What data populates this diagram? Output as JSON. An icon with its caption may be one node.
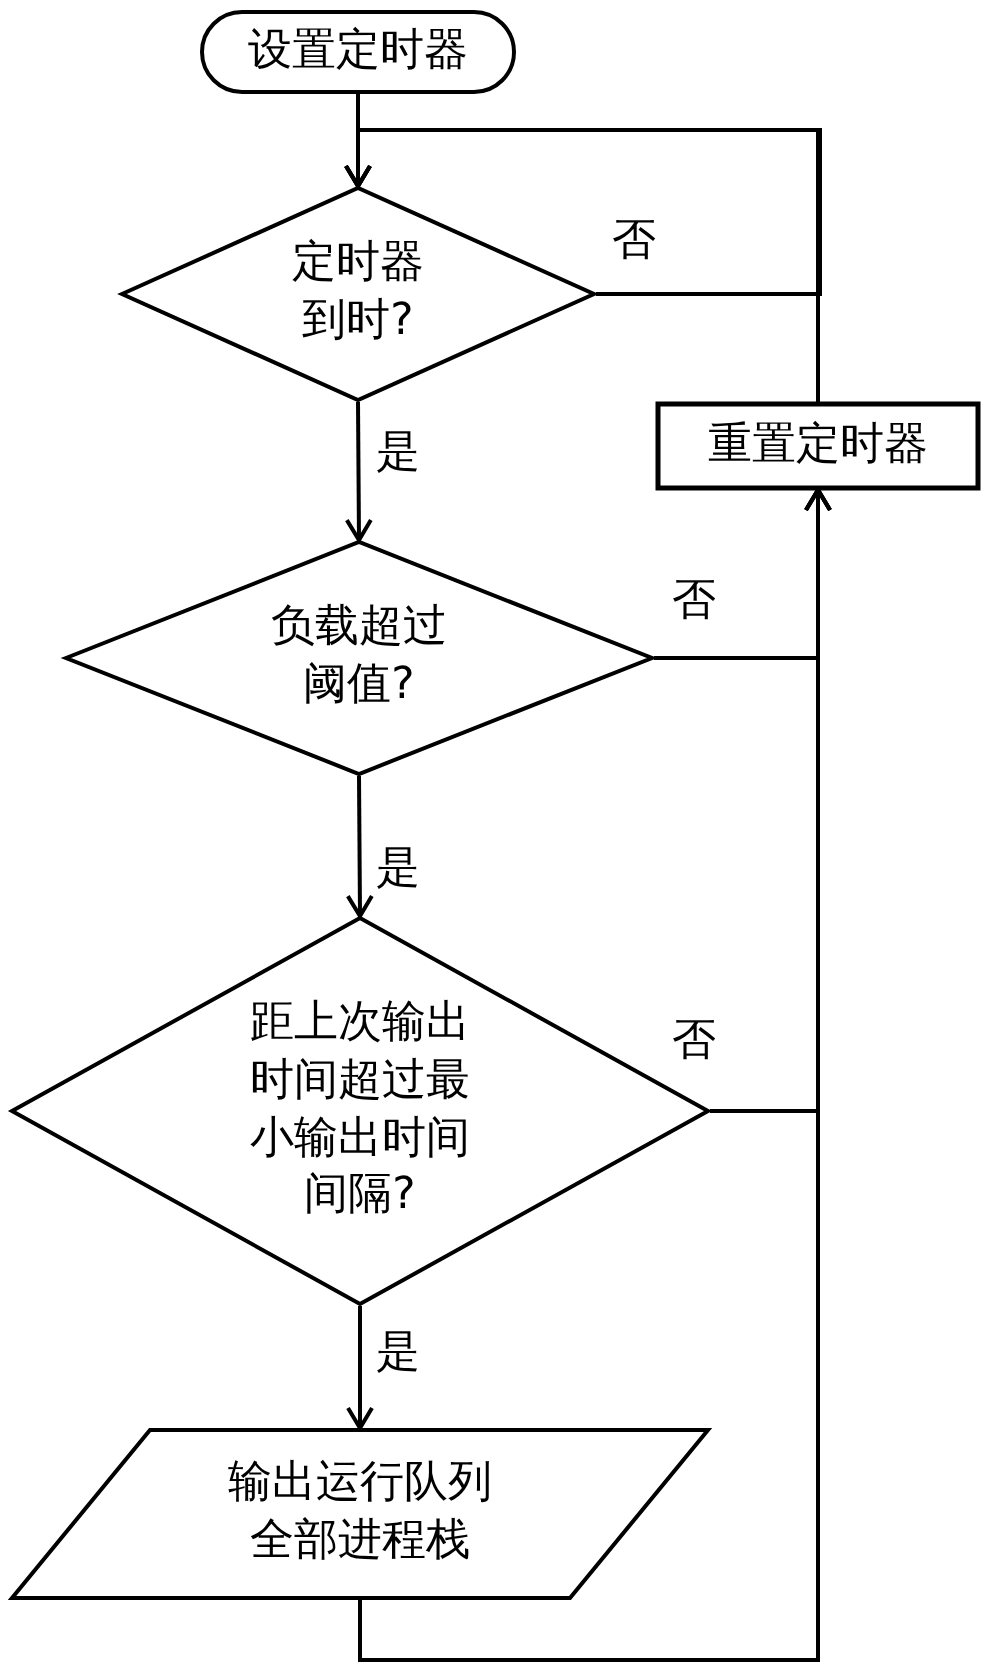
{
  "diagram": {
    "nodes": [
      {
        "text": [
          "设置定时器"
        ]
      },
      {
        "text": [
          "定时器到时?"
        ]
      },
      {
        "text": [
          "重置定时器"
        ]
      },
      {
        "text": [
          "负载超过阈值?"
        ]
      },
      {
        "text": [
          "距上次输出时间超过最小输出时间间隔?"
        ]
      },
      {
        "text": [
          "输出运行队列全部进程栈"
        ]
      }
    ],
    "edges": [
      {
        "from": 0,
        "to": 1,
        "arrow": "to"
      },
      {
        "from": 1,
        "to": 1,
        "arrow": "to",
        "label": "否"
      },
      {
        "from": 2,
        "to": 1,
        "arrow": "to"
      },
      {
        "from": 1,
        "to": 3,
        "arrow": "to",
        "label": "是"
      },
      {
        "from": 3,
        "to": 2,
        "arrow": "to",
        "label": "否"
      },
      {
        "from": 3,
        "to": 4,
        "arrow": "to",
        "label": "是"
      },
      {
        "from": 4,
        "to": 2,
        "arrow": "to",
        "label": "否"
      },
      {
        "from": 4,
        "to": 5,
        "arrow": "to",
        "label": "是"
      },
      {
        "from": 5,
        "to": 2,
        "arrow": "to"
      }
    ]
  }
}
